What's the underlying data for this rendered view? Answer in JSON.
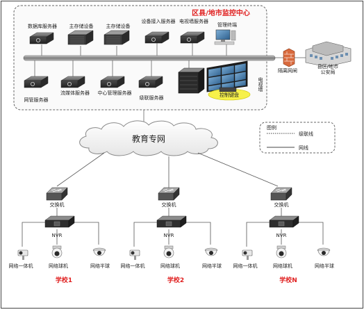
{
  "diagram": {
    "center_title": "区县/地市监控中心",
    "servers_top": [
      "数据库服务器",
      "主存储设备",
      "主存储设备",
      "设备接入服务器",
      "电视墙服务器",
      "管理终端"
    ],
    "servers_bottom": [
      "网管服务器",
      "流媒体服务器",
      "中心管理服务器",
      "级联服务器"
    ],
    "tv_wall_label": "电视墙",
    "control_keyboard_label": "控制键盘",
    "isolation_gateway_label": "隔离网闸",
    "public_security_label": "县区/地市公安局",
    "network_label": "教育专网",
    "legend": {
      "title": "图例",
      "cascade_line": "级联线",
      "network_line": "网线"
    },
    "schools": [
      {
        "switch_label": "交换机",
        "nvr_label": "NVR",
        "devices": [
          "网络一体机",
          "网络球机",
          "网络半球"
        ],
        "name": "学校1"
      },
      {
        "switch_label": "交换机",
        "nvr_label": "NVR",
        "devices": [
          "网络一体机",
          "网络球机",
          "网络半球"
        ],
        "name": "学校2"
      },
      {
        "switch_label": "交换机",
        "nvr_label": "NVR",
        "devices": [
          "网络一体机",
          "网络球机",
          "网络半球"
        ],
        "name": "学校N"
      }
    ]
  },
  "colors": {
    "title_red": "#e02020",
    "school_red": "#e02020",
    "keyboard_yellow": "#f7f14a",
    "server_dark": "#3b3b3b",
    "bus_gray": "#8a8a8a",
    "border": "#555555"
  }
}
